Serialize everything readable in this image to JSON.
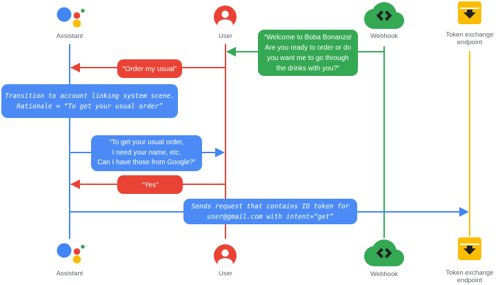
{
  "diagram_type": "sequence-diagram",
  "colors": {
    "blue": "#4285f4",
    "box_blue": "#4c8bf5",
    "red": "#ea4335",
    "green": "#34a853",
    "yellow": "#fbbc04",
    "label_gray": "#5f6368"
  },
  "actors": {
    "assistant": {
      "label": "Assistant",
      "color": "#4285f4",
      "icon": "google-assistant-icon"
    },
    "user": {
      "label": "User",
      "color": "#ea4335",
      "icon": "user-icon"
    },
    "webhook": {
      "label": "Webhook",
      "color": "#34a853",
      "icon": "webhook-cloud-icon"
    },
    "token_endpoint": {
      "label": "Token exchange\nendpoint",
      "color": "#fbbc04",
      "icon": "token-exchange-endpoint-icon"
    }
  },
  "messages": {
    "welcome": {
      "from": "Webhook",
      "to": "User",
      "color": "#34a853",
      "text": "“Welcome to Boba Bonanza!\nAre you ready to order or do\nyou want me to go through\nthe drinks with you?”"
    },
    "order_usual": {
      "from": "User",
      "to": "Assistant",
      "color": "#ea4335",
      "text": "“Order my usual”"
    },
    "transition_note": {
      "from": "Assistant",
      "to": "Assistant",
      "color": "#4c8bf5",
      "text": "Transition to account linking system scene.\nRationale = “To get your usual order”"
    },
    "get_usual_order": {
      "from": "Assistant",
      "to": "User",
      "color": "#4285f4",
      "text": "“To get your usual order,\nI need your name, etc.\nCan I have those from Google?”"
    },
    "yes": {
      "from": "User",
      "to": "Assistant",
      "color": "#ea4335",
      "text": "“Yes”"
    },
    "sends_request": {
      "from": "Assistant",
      "to": "Token exchange endpoint",
      "color": "#4285f4",
      "text": "Sends request that contains ID token for\nuser@gmail.com with intent=“get”"
    }
  }
}
